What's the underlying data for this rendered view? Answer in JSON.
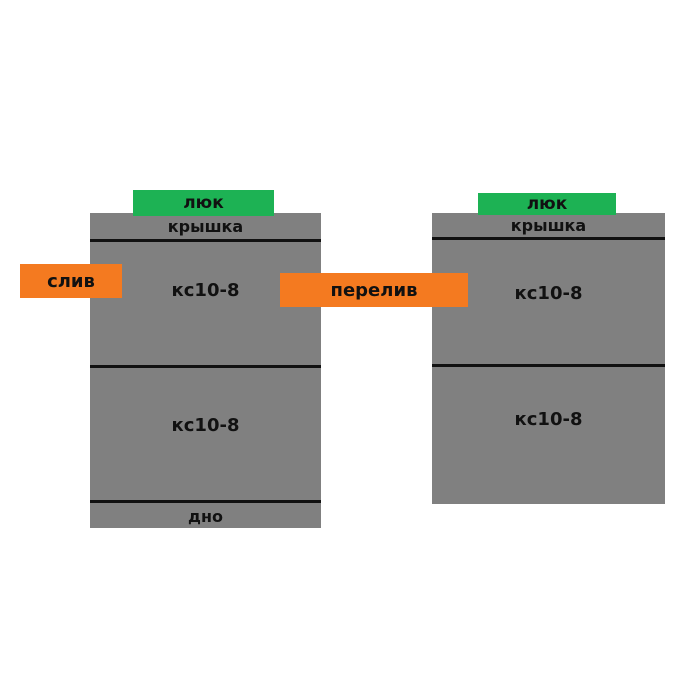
{
  "left_well": {
    "hatch_label": "люк",
    "cover_label": "крышка",
    "ring_top_label": "кс10-8",
    "ring_bottom_label": "кс10-8",
    "bottom_label": "дно"
  },
  "right_well": {
    "hatch_label": "люк",
    "cover_label": "крышка",
    "ring_top_label": "кс10-8",
    "ring_bottom_label": "кс10-8"
  },
  "pipes": {
    "drain_label": "слив",
    "overflow_label": "перелив"
  },
  "colors": {
    "concrete": "#808080",
    "hatch": "#1db254",
    "pipe": "#f47a20",
    "seam": "#111111"
  }
}
